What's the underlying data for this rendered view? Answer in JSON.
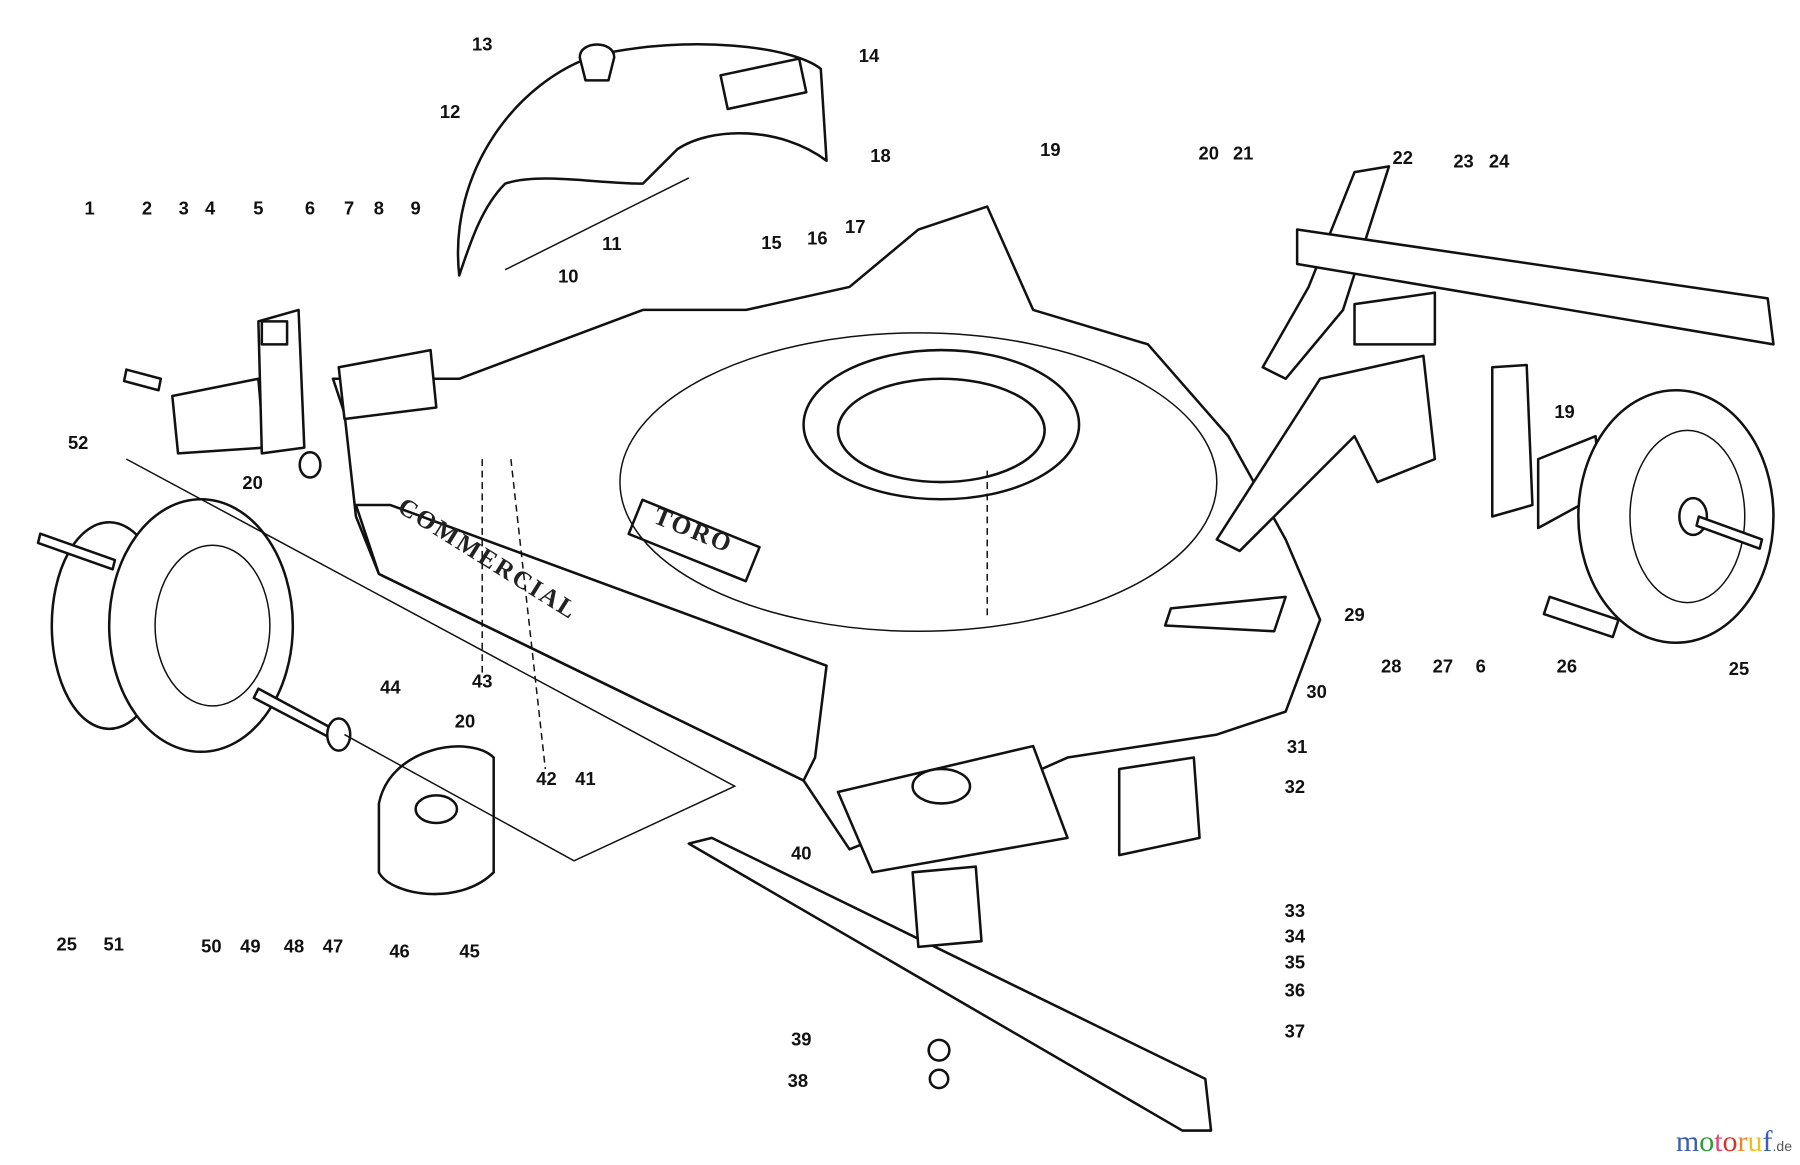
{
  "diagram": {
    "type": "exploded parts diagram",
    "deck_decal": "COMMERCIAL",
    "brand_decal": "TORO",
    "callouts": [
      "13",
      "14",
      "12",
      "18",
      "19",
      "20",
      "21",
      "22",
      "23",
      "24",
      "1",
      "2",
      "3",
      "4",
      "5",
      "6",
      "7",
      "8",
      "9",
      "11",
      "16",
      "17",
      "15",
      "10",
      "52",
      "20",
      "19",
      "29",
      "28",
      "27",
      "6",
      "26",
      "25",
      "30",
      "31",
      "32",
      "44",
      "43",
      "20",
      "42",
      "41",
      "25",
      "51",
      "50",
      "49",
      "48",
      "47",
      "46",
      "45",
      "40",
      "33",
      "34",
      "35",
      "36",
      "37",
      "39",
      "38"
    ]
  },
  "watermark": {
    "name": "motoruf",
    "suffix": ".de",
    "colors": [
      "#3b5fb0",
      "#2f9e3a",
      "#e0457b",
      "#d9342b",
      "#e6892a",
      "#e8c21f"
    ]
  }
}
